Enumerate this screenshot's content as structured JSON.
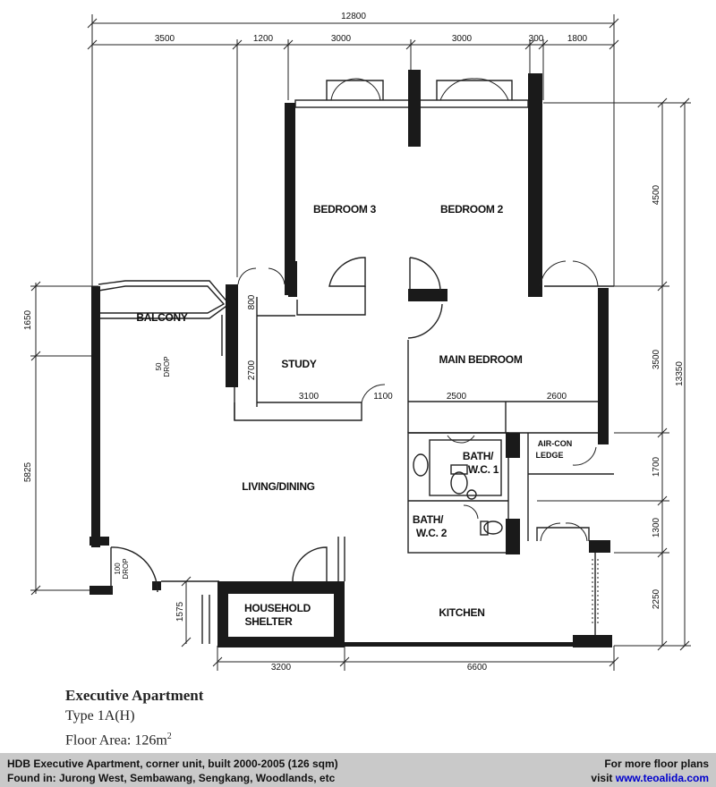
{
  "rooms": {
    "bedroom3": "BEDROOM 3",
    "bedroom2": "BEDROOM 2",
    "balcony": "BALCONY",
    "study": "STUDY",
    "main_bedroom": "MAIN BEDROOM",
    "living_dining": "LIVING/DINING",
    "bath1_l1": "BATH/",
    "bath1_l2": "W.C. 1",
    "bath2_l1": "BATH/",
    "bath2_l2": "W.C. 2",
    "aircon_l1": "AIR-CON",
    "aircon_l2": "LEDGE",
    "shelter_l1": "HOUSEHOLD",
    "shelter_l2": "SHELTER",
    "kitchen": "KITCHEN"
  },
  "dimensions": {
    "overall_width": "12800",
    "top": [
      "3500",
      "1200",
      "3000",
      "3000",
      "300",
      "1800"
    ],
    "left": [
      "1650",
      "5825"
    ],
    "right": [
      "4500",
      "3500",
      "1700",
      "1300",
      "2250"
    ],
    "right_total": "13350",
    "bottom": [
      "3200",
      "6600"
    ],
    "inner": [
      "3100",
      "1100",
      "2500",
      "2600"
    ],
    "study_left": [
      "800",
      "2700"
    ],
    "shelter_left": "1575",
    "drop_1": [
      "50",
      "DROP"
    ],
    "drop_2": [
      "100",
      "DROP"
    ]
  },
  "caption": {
    "title": "Executive Apartment",
    "type": "Type 1A(H)",
    "area_prefix": "Floor Area: 126m",
    "area_sup": "2"
  },
  "footer": {
    "left_line1": "HDB Executive Apartment, corner unit, built 2000-2005 (126 sqm)",
    "left_line2": "Found in: Jurong West, Sembawang, Sengkang, Woodlands, etc",
    "right_line1": "For more floor plans",
    "right_line2_prefix": "visit ",
    "link": "www.teoalida.com"
  }
}
